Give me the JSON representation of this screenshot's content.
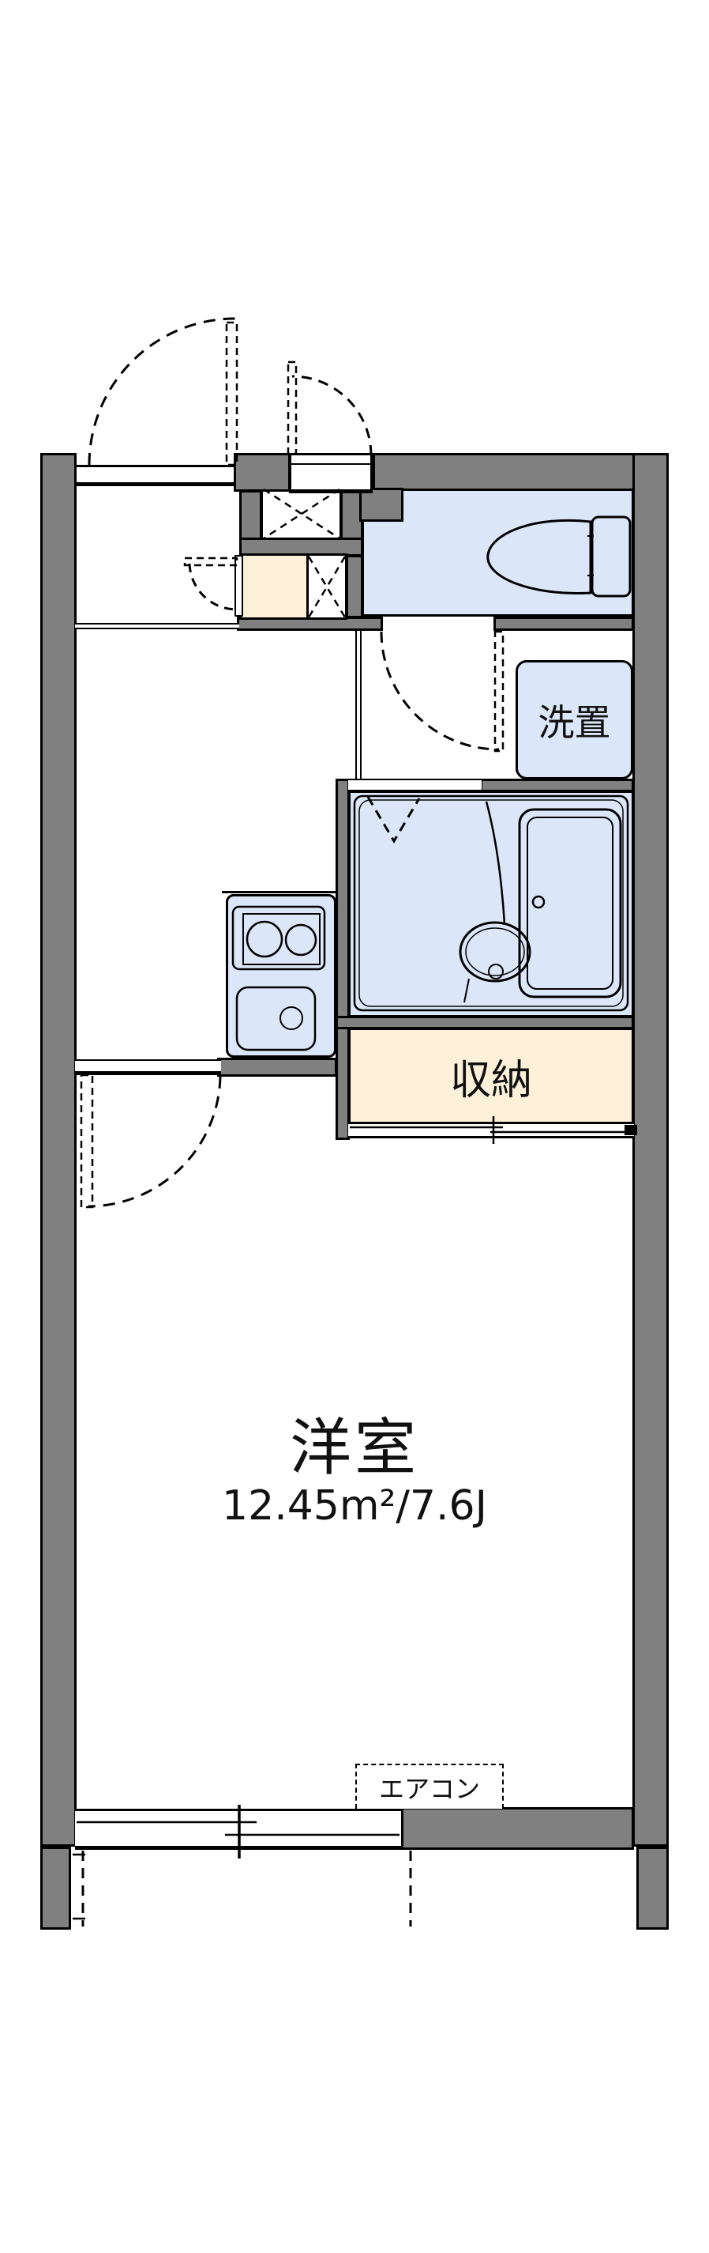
{
  "floorplan": {
    "rooms": {
      "living": {
        "label": "洋室",
        "area": "12.45m²/7.6J"
      },
      "storage": {
        "label": "収納"
      },
      "laundry": {
        "label": "洗置"
      },
      "toilet": {
        "label": ""
      },
      "bathroom": {
        "label": ""
      },
      "kitchen": {
        "label": ""
      }
    },
    "fixtures": {
      "aircon": {
        "label": "エアコン"
      },
      "icons": [
        "toilet-icon",
        "bathtub-icon",
        "washbasin-icon",
        "stove-burners-icon",
        "kitchen-sink-icon",
        "door-swing-arc-icon",
        "sliding-door-icon",
        "folding-door-icon",
        "pipe-space-x-icon"
      ]
    },
    "colors": {
      "wall": "#808080",
      "room_blue": "#dbe7f9",
      "cream": "#fcf1d8",
      "line": "#000000",
      "background": "#ffffff"
    }
  }
}
